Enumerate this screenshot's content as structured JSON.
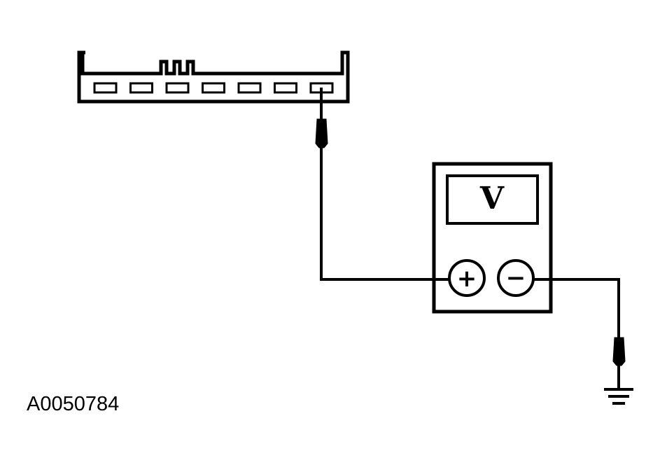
{
  "figure_id": "A0050784",
  "meter": {
    "display_symbol": "V",
    "positive_symbol": "+",
    "negative_symbol": "−"
  },
  "connector": {
    "pin_count": 7,
    "probed_pin": 7
  },
  "colors": {
    "line": "#000000",
    "background": "#ffffff"
  }
}
